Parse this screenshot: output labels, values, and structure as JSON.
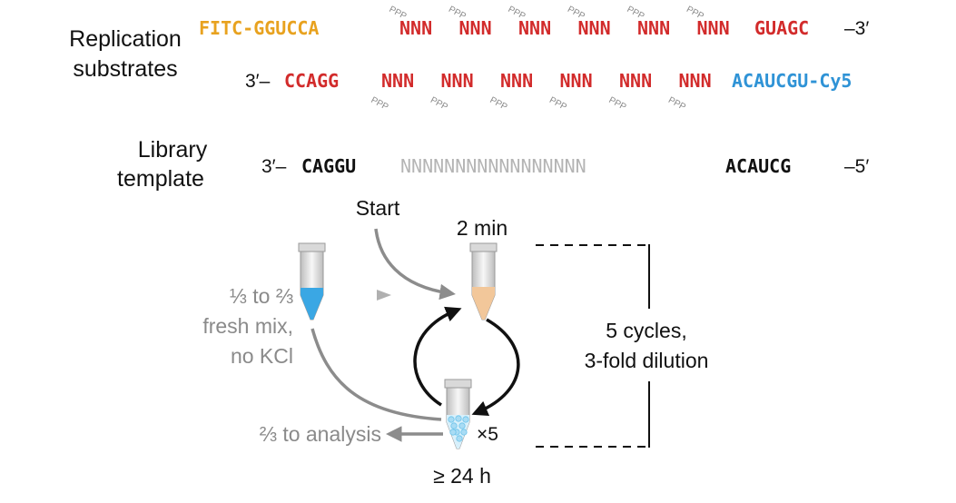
{
  "colors": {
    "fitc": "#e8a21f",
    "seq_red": "#d22b2b",
    "cy5": "#2f93d6",
    "black": "#111111",
    "grey_seq": "#b4b4b4",
    "label_grey": "#8a8a8a",
    "arrow_grey": "#8c8c8c",
    "fresh_mix": "#3aa7e4",
    "tube_2min": "#f2c79a",
    "tube_24h": "#a9dcf4"
  },
  "labels": {
    "replication_line1": "Replication",
    "replication_line2": "substrates",
    "library_line1": "Library",
    "library_line2": "template",
    "start": "Start",
    "two_min": "2 min",
    "fresh_line1": "⅓ to ⅔",
    "fresh_line2": "fresh mix,",
    "fresh_line3": "no KCl",
    "analysis": "⅔ to analysis",
    "times5": "×5",
    "h24": "≥ 24 h",
    "cycles_line1": "5 cycles,",
    "cycles_line2": "3-fold dilution",
    "ppp": "PPP"
  },
  "strand_top": {
    "fitc": "FITC-",
    "prefix": "GGUCCA",
    "blocks": [
      "NNN",
      "NNN",
      "NNN",
      "NNN",
      "NNN",
      "NNN"
    ],
    "suffix": "GUAGC",
    "end": "–3′"
  },
  "strand_bottom": {
    "start": "3′–",
    "prefix": "CCAGG",
    "blocks": [
      "NNN",
      "NNN",
      "NNN",
      "NNN",
      "NNN",
      "NNN"
    ],
    "suffix": "ACAUCGU-Cy5"
  },
  "template": {
    "start": "3′–",
    "prefix": "CAGGU",
    "random": "NNNNNNNNNNNNNNNNN",
    "suffix": "ACAUCG",
    "end": "–5′"
  },
  "icons": [
    "tube-fresh-mix-icon",
    "tube-2min-icon",
    "tube-24h-icon",
    "bead-cluster-icon"
  ]
}
